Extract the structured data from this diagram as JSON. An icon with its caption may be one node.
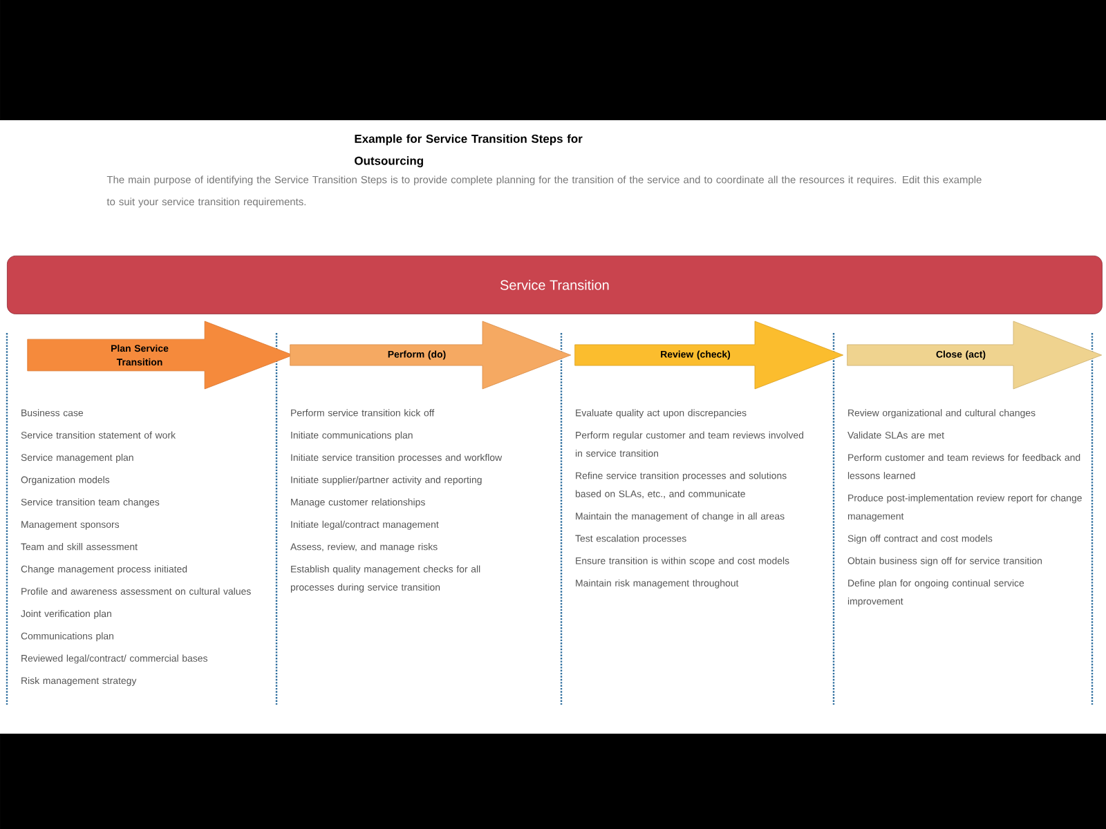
{
  "diagram": {
    "title": "Example for Service Transition Steps for Outsourcing",
    "nodes": [
      {
        "text": [
          "Service Transition"
        ]
      },
      {
        "text": [
          "Plan Service Transition"
        ],
        "beside": [
          "Business case",
          "Service transition statement of work",
          "Service management plan",
          "Organization models",
          "Service transition team changes",
          "Management sponsors",
          "Team and skill assessment",
          "Change management process initiated",
          "Profile and awareness assessment on cultural values",
          "Joint verification plan",
          "Communications plan",
          "Reviewed legal/contract/ commercial bases",
          "Risk management strategy"
        ]
      },
      {
        "text": [
          "Perform (do)"
        ],
        "beside": [
          "Perform service transition kick off",
          "Initiate communications plan",
          "Initiate service transition processes and workflow",
          "Initiate supplier/partner activity and reporting",
          "Manage customer relationships",
          "Initiate legal/contract management",
          "Assess, review, and manage risks",
          "Establish quality management checks for all processes during service transition"
        ]
      },
      {
        "text": [
          "Review (check)"
        ],
        "beside": [
          "Evaluate quality act upon discrepancies",
          "Perform regular customer and team reviews involved in service transition",
          "Refine service transition processes and solutions based on SLAs, etc., and communicate",
          "Maintain the management of change in all areas",
          "Test escalation processes",
          "Ensure transition is within scope and cost models",
          "Maintain risk management throughout"
        ]
      },
      {
        "text": [
          "Close (act)"
        ],
        "beside": [
          "Review organizational and cultural changes",
          "Validate SLAs are met",
          "Perform customer and team reviews for feedback and lessons learned",
          "Produce post-implementation review report for change management",
          "Sign off contract and cost models",
          "Obtain business sign off for service transition",
          "Define plan for ongoing continual service improvement"
        ]
      }
    ],
    "labels": [
      "The main purpose of identifying the Service Transition Steps is to provide complete planning for the transition of the service and to coordinate all the resources it requires. Edit this example to suit your service transition requirements."
    ]
  }
}
